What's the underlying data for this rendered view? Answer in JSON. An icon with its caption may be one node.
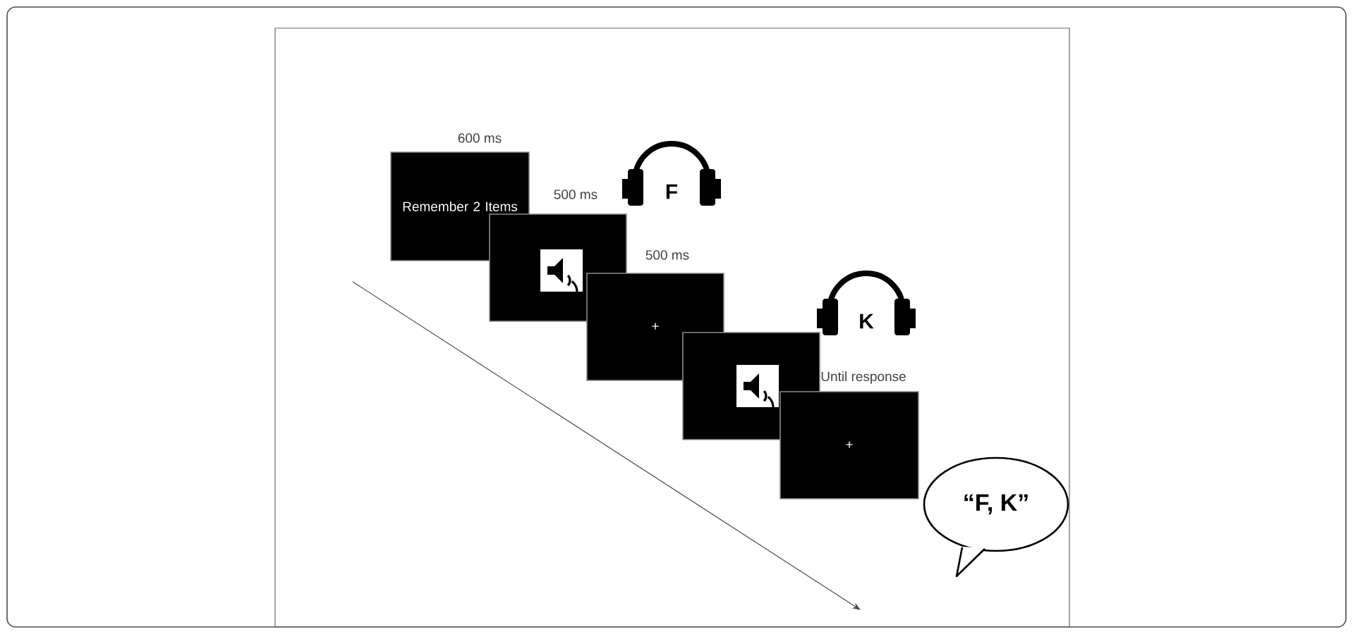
{
  "diagram": {
    "nodes": [
      {
        "text": [
          "Remember 2 Items"
        ],
        "beside": [
          "600 ms"
        ]
      },
      {
        "text": [],
        "shape": "box",
        "beside": [
          "500 ms"
        ]
      },
      {
        "text": [
          "+"
        ],
        "beside": [
          "500 ms"
        ]
      },
      {
        "text": [],
        "shape": "box"
      },
      {
        "text": [
          "+"
        ],
        "beside": [
          "Until response"
        ]
      },
      {
        "text": [
          "“F, K”"
        ]
      }
    ],
    "labels": [
      "F",
      "K"
    ]
  }
}
